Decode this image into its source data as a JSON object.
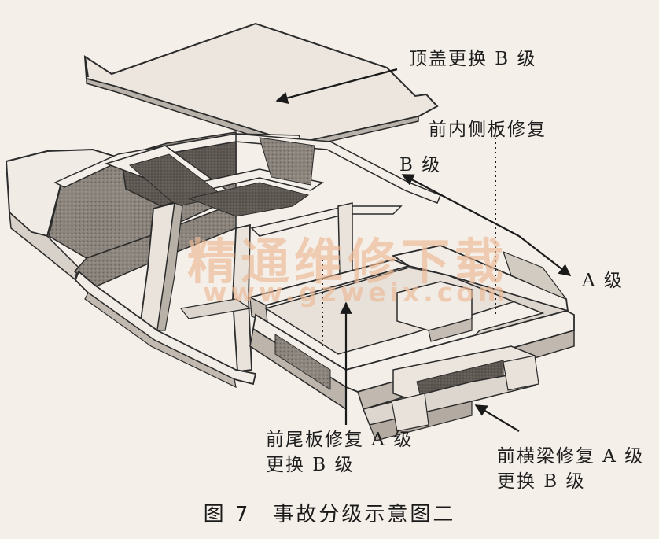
{
  "labels": {
    "roof": "顶盖更换 B 级",
    "inner_panel": "前内侧板修复",
    "grade_b": "B 级",
    "grade_a": "A 级",
    "tail_panel_line1": "前尾板修复 A 级",
    "tail_panel_line2": "更换 B 级",
    "crossbeam_line1": "前横梁修复 A 级",
    "crossbeam_line2": "更换 B 级"
  },
  "caption": "图 7　事故分级示意图二",
  "watermark": {
    "cn": "精通维修下载",
    "url": "www.gzweix.com"
  }
}
